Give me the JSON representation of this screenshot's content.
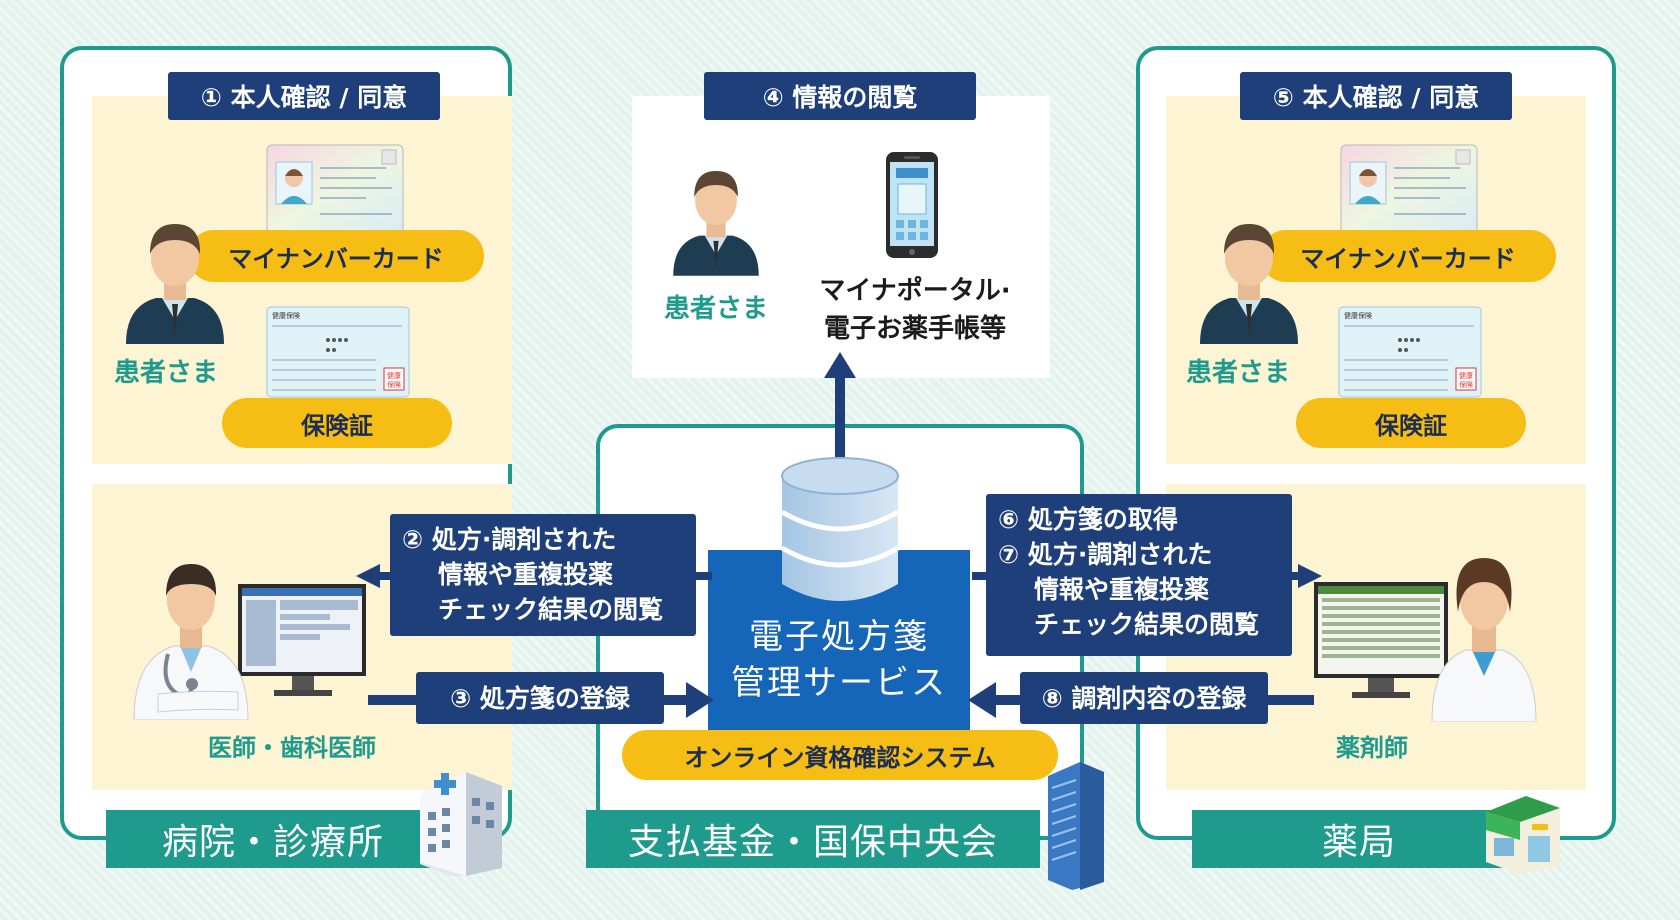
{
  "hospital": {
    "step1_label": "① 本人確認 / 同意",
    "patient_label": "患者さま",
    "mynumber_label": "マイナンバーカード",
    "insurance_label": "保険証",
    "doctor_label": "医師・歯科医師",
    "footer_label": "病院・診療所"
  },
  "center": {
    "step4_label": "④ 情報の閲覧",
    "patient_label": "患者さま",
    "portal_line1": "マイナポータル·",
    "portal_line2": "電子お薬手帳等",
    "service_line1": "電子処方箋",
    "service_line2": "管理サービス",
    "online_label": "オンライン資格確認システム",
    "footer_label": "支払基金・国保中央会"
  },
  "pharmacy": {
    "step5_label": "⑤ 本人確認 / 同意",
    "patient_label": "患者さま",
    "mynumber_label": "マイナンバーカード",
    "insurance_label": "保険証",
    "pharmacist_label": "薬剤師",
    "footer_label": "薬局"
  },
  "flows": {
    "step2": [
      "② 処方·調剤された",
      "情報や重複投薬",
      "チェック結果の閲覧"
    ],
    "step3": "③ 処方箋の登録",
    "step6": "⑥ 処方箋の取得",
    "step7": [
      "⑦ 処方·調剤された",
      "情報や重複投薬",
      "チェック結果の閲覧"
    ],
    "step8": "⑧ 調剤内容の登録"
  },
  "card_text": {
    "insurance_card_title": "健康保険",
    "insurance_seal": "健康",
    "insurance_seal2": "保険"
  },
  "colors": {
    "teal": "#1f9b8e",
    "navy": "#1e3f7a",
    "blue": "#1565b8",
    "yellow": "#f6bd14",
    "cream": "#fcf4d2"
  }
}
